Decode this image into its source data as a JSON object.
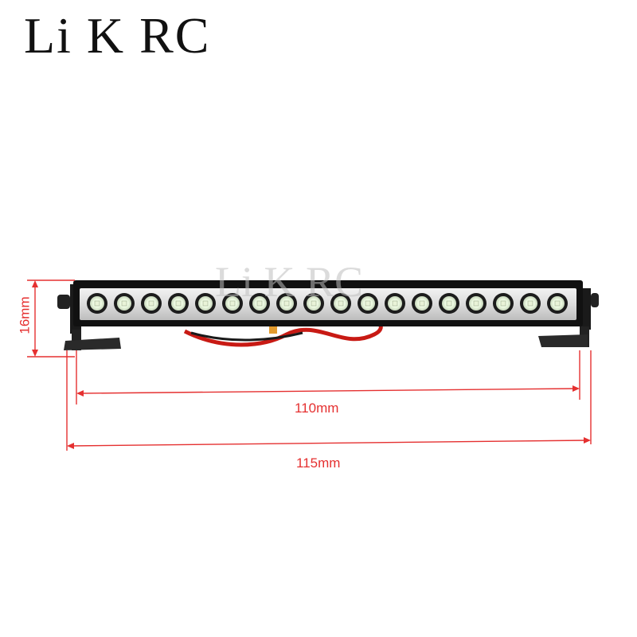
{
  "brand": {
    "logo_text": "Li K RC",
    "watermark_text": "Li K RC"
  },
  "product": {
    "led_count": 18
  },
  "dimensions": {
    "inner_width": "110mm",
    "outer_width": "115mm",
    "height": "16mm"
  },
  "colors": {
    "dimension_line": "#e53030",
    "body": "#1a1a1a",
    "led_glow": "#f4fbe9",
    "wire_red": "#c81a14"
  }
}
